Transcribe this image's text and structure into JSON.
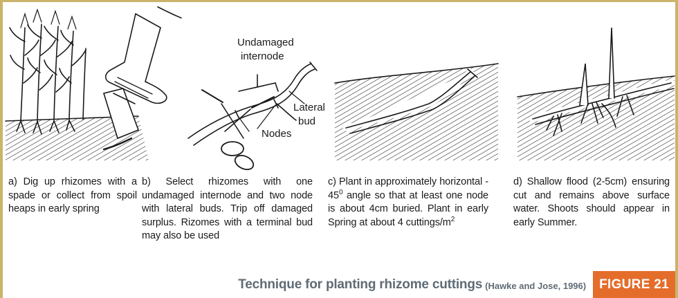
{
  "diagram": {
    "labels": {
      "undamaged_line1": "Undamaged",
      "undamaged_line2": "internode",
      "lateral": "Lateral",
      "bud": "bud",
      "nodes": "Nodes"
    },
    "captions": {
      "a": "a) Dig up rhizomes with a spade or collect from spoil heaps in early spring",
      "b": "b) Select rhizomes with one undamaged internode and two node with lateral buds. Trip off damaged surplus. Rizomes with a terminal bud may also be used",
      "c_main": "c) Plant in approximately horizontal - 45",
      "c_sup1": "0",
      "c_mid": " angle so that at least one node is about 4cm buried. Plant in early Spring at about 4 cuttings/m",
      "c_sup2": "2",
      "d": "d) Shallow flood (2-5cm) ensuring cut and remains above surface water. Shoots should appear in early Summer."
    },
    "title": "Technique for planting rhizome cuttings",
    "citation": "(Hawke and Jose, 1996)",
    "figure_label": "FIGURE 21",
    "colors": {
      "border": "#c9b46a",
      "badge": "#e46d2b",
      "title": "#5f6b75"
    }
  }
}
